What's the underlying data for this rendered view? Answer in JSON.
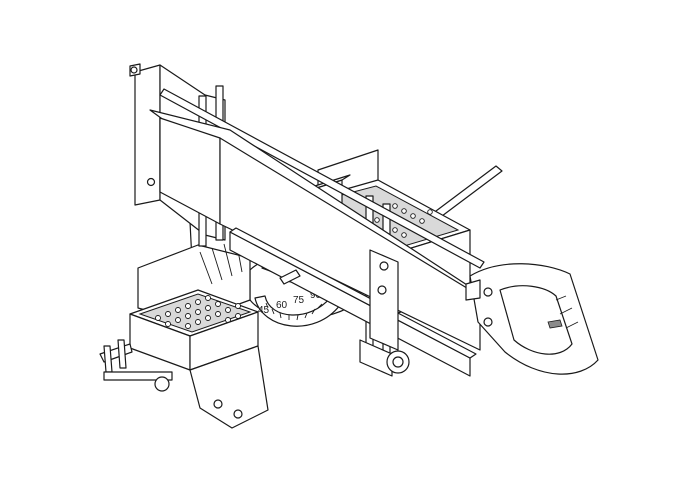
{
  "scale_labels": [
    "45",
    "60",
    "75",
    "90"
  ]
}
